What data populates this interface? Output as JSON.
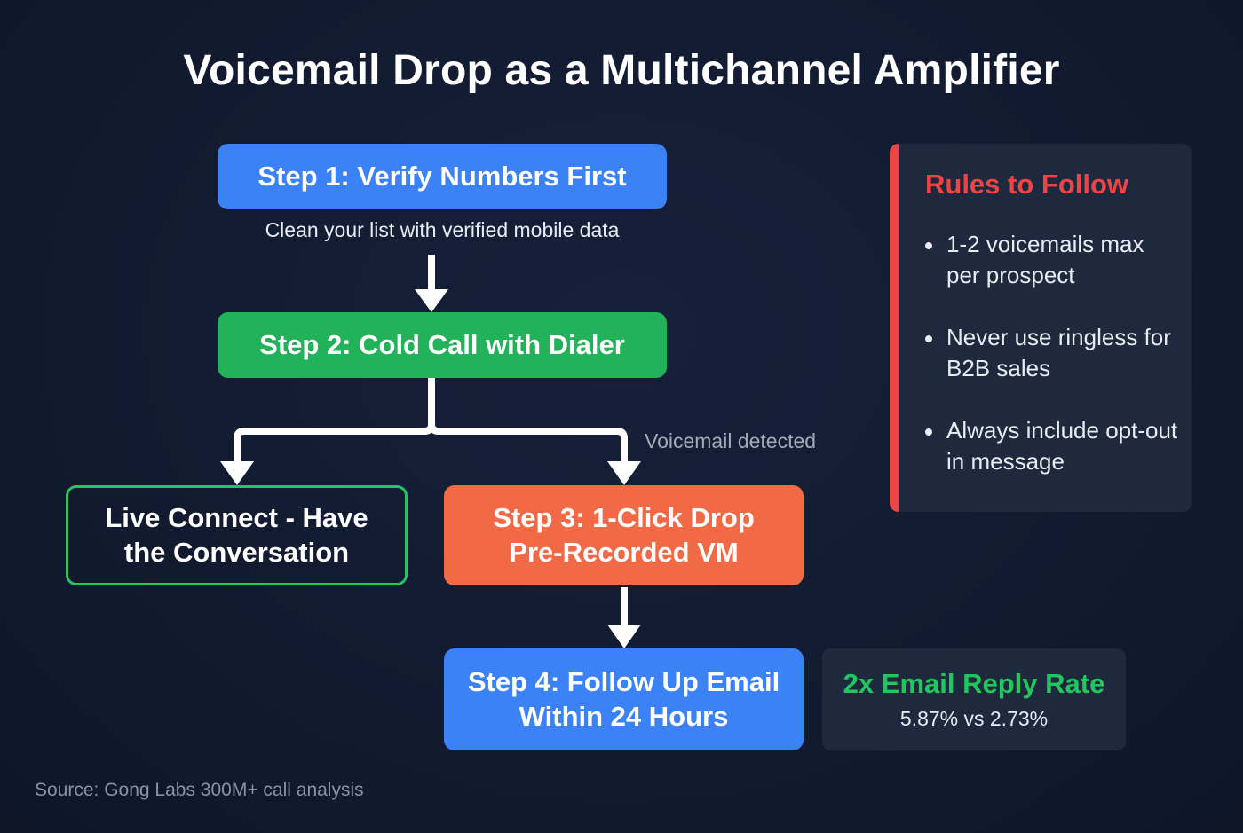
{
  "title": "Voicemail Drop as a Multichannel Amplifier",
  "flow": {
    "step1": {
      "label": "Step 1: Verify Numbers First",
      "note": "Clean your list with verified mobile data"
    },
    "step2": {
      "label": "Step 2: Cold Call with Dialer"
    },
    "live_connect": {
      "line1": "Live Connect - Have",
      "line2": "the Conversation"
    },
    "branch_label": "Voicemail detected",
    "step3": {
      "line1": "Step 3: 1-Click Drop",
      "line2": "Pre-Recorded VM"
    },
    "step4": {
      "line1": "Step 4: Follow Up Email",
      "line2": "Within 24 Hours"
    }
  },
  "stat": {
    "headline": "2x Email Reply Rate",
    "detail": "5.87% vs 2.73%"
  },
  "rules": {
    "title": "Rules to Follow",
    "items": [
      "1-2 voicemails max per prospect",
      "Never use ringless for B2B sales",
      "Always include opt-out in message"
    ]
  },
  "source": "Source: Gong Labs 300M+ call analysis",
  "colors": {
    "background": "#111a2e",
    "blue": "#3b82f6",
    "green": "#22b35a",
    "orange": "#f26a45",
    "red": "#ef4444",
    "panel": "#1e293d",
    "arrow": "#ffffff"
  }
}
